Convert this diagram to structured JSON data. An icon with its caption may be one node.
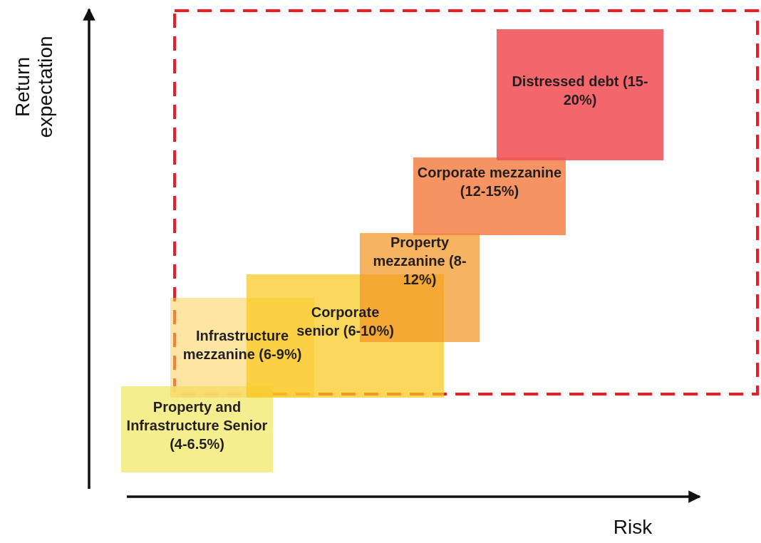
{
  "diagram": {
    "nodes": [
      {
        "text": [
          "Property and Infrastructure Senior (4-6.5%)"
        ]
      },
      {
        "text": [
          "Infrastructure mezzanine (6-9%)"
        ]
      },
      {
        "text": [
          "Corporate senior (6-10%)"
        ]
      },
      {
        "text": [
          "Property mezzanine (8-12%)"
        ]
      },
      {
        "text": [
          "Corporate mezzanine (12-15%)"
        ]
      },
      {
        "text": [
          "Distressed debt (15-20%)"
        ]
      }
    ],
    "edges": [],
    "labels": [
      "Return expectation",
      "Risk"
    ]
  }
}
